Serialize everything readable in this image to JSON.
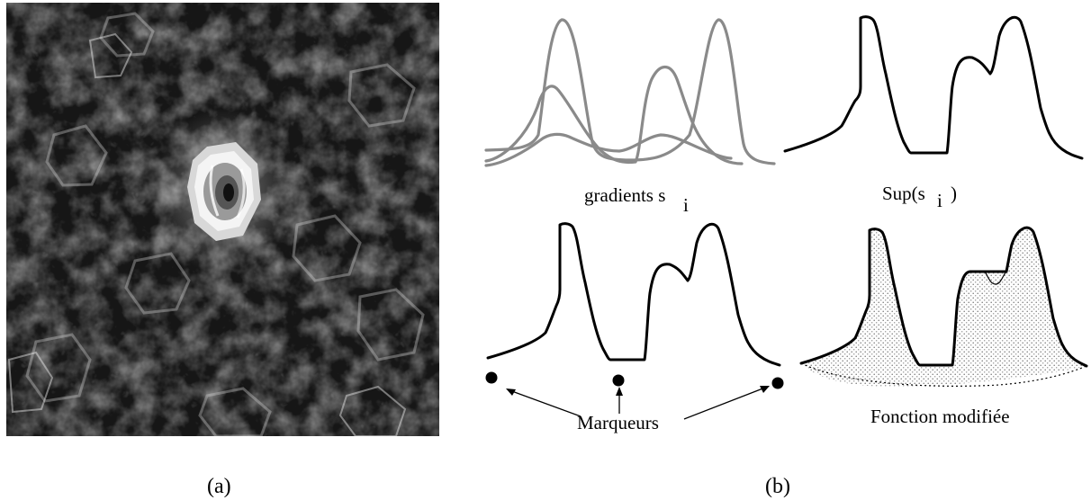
{
  "panel_a": {
    "caption": "(a)"
  },
  "panel_b": {
    "caption": "(b)",
    "gradients_label": "gradients  s",
    "gradients_sub": "i",
    "sup_label": "Sup(s",
    "sup_sub": "i",
    "sup_close": ")",
    "markers_label": "Marqueurs",
    "modified_label": "Fonction modifiée"
  }
}
